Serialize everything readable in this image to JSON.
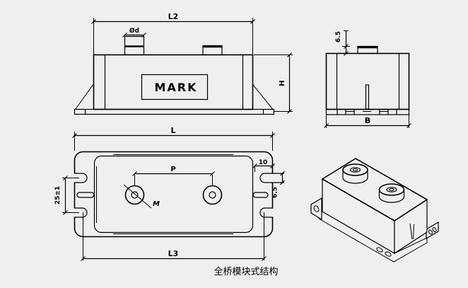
{
  "page": {
    "background_color": "#efefef",
    "line_color": "#000000",
    "caption": "全桥模块式结构"
  },
  "front_view": {
    "dim_top_width": "L2",
    "dim_terminal_diameter": "Ød",
    "mark_text": "MARK",
    "dim_height": "H"
  },
  "side_view": {
    "dim_terminal_height": "6.5",
    "dim_base_width": "B"
  },
  "top_view": {
    "dim_overall_length": "L",
    "dim_terminal_pitch": "P",
    "thread_callout": "M",
    "dim_tab_width": "10",
    "dim_slot_width": "6.5",
    "dim_slot_spacing": "25±1",
    "dim_mounting_length": "L3"
  }
}
